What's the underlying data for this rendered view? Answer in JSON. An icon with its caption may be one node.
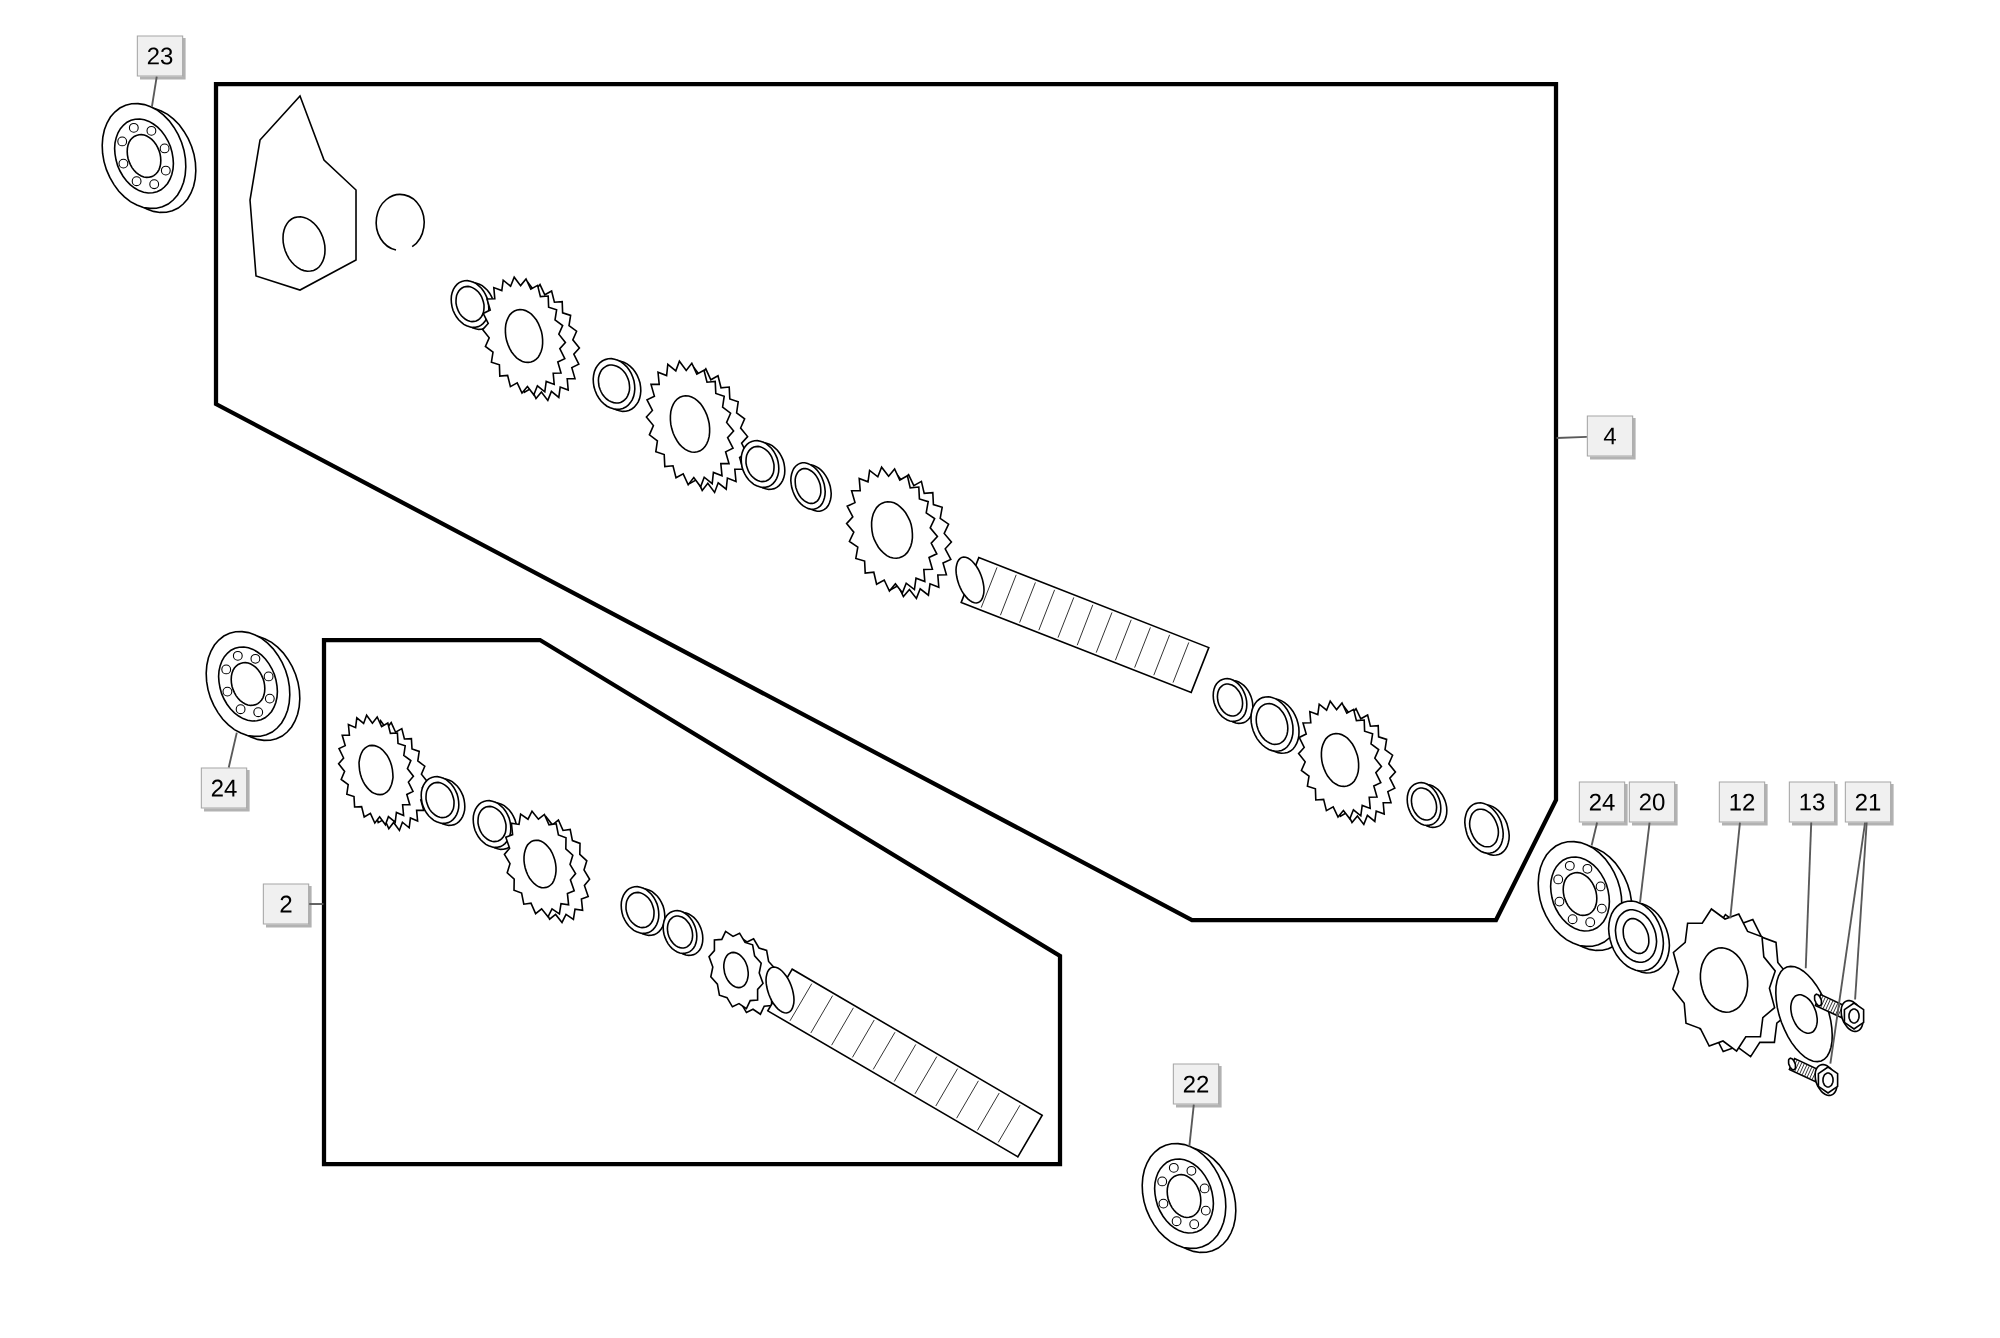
{
  "diagram": {
    "nodes": [
      {
        "text": [
          "23"
        ]
      },
      {
        "text": [],
        "shape": "picture"
      },
      {
        "text": [],
        "shape": "box"
      },
      {
        "text": [
          "4"
        ]
      },
      {
        "text": [
          "24"
        ]
      },
      {
        "text": [],
        "shape": "picture"
      },
      {
        "text": [
          "2"
        ]
      },
      {
        "text": [],
        "shape": "box"
      },
      {
        "text": [
          "24"
        ]
      },
      {
        "text": [],
        "shape": "picture"
      },
      {
        "text": [
          "20"
        ]
      },
      {
        "text": [],
        "shape": "picture"
      },
      {
        "text": [
          "12"
        ]
      },
      {
        "text": [],
        "shape": "picture"
      },
      {
        "text": [
          "13"
        ]
      },
      {
        "text": [],
        "shape": "picture"
      },
      {
        "text": [
          "21"
        ]
      },
      {
        "text": [],
        "shape": "picture"
      },
      {
        "text": [],
        "shape": "picture"
      },
      {
        "text": [
          "22"
        ]
      },
      {
        "text": [],
        "shape": "picture"
      }
    ],
    "edges": [
      {
        "from": 0,
        "to": 1,
        "arrow": "none"
      },
      {
        "from": 3,
        "to": 2,
        "arrow": "none"
      },
      {
        "from": 4,
        "to": 5,
        "arrow": "none"
      },
      {
        "from": 6,
        "to": 7,
        "arrow": "none"
      },
      {
        "from": 8,
        "to": 9,
        "arrow": "none"
      },
      {
        "from": 10,
        "to": 11,
        "arrow": "none"
      },
      {
        "from": 12,
        "to": 13,
        "arrow": "none"
      },
      {
        "from": 14,
        "to": 15,
        "arrow": "none"
      },
      {
        "from": 16,
        "to": 17,
        "arrow": "none"
      },
      {
        "from": 16,
        "to": 18,
        "arrow": "none"
      },
      {
        "from": 19,
        "to": 20,
        "arrow": "none"
      }
    ]
  }
}
